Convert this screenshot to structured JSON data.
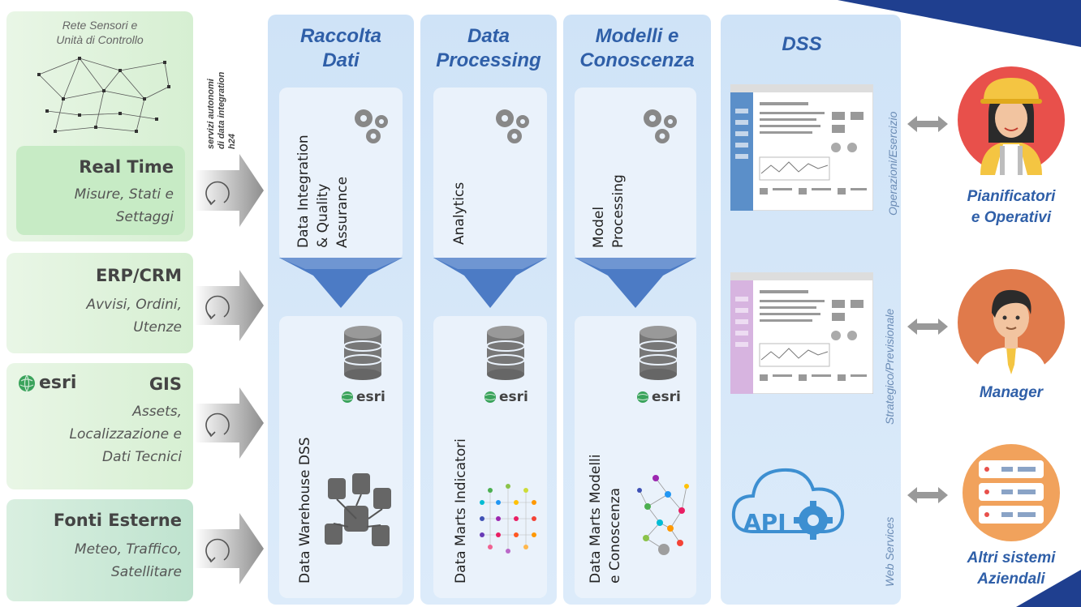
{
  "sources": {
    "sensors_title_line1": "Rete Sensori e",
    "sensors_title_line2": "Unità di Controllo",
    "realtime": {
      "title": "Real Time",
      "line1": "Misure, Stati e",
      "line2": "Settaggi"
    },
    "erp": {
      "title": "ERP/CRM",
      "line1": "Avvisi, Ordini,",
      "line2": "Utenze"
    },
    "gis": {
      "logo": "esri",
      "title": "GIS",
      "line1": "Assets,",
      "line2": "Localizzazione e",
      "line3": "Dati Tecnici"
    },
    "external": {
      "title": "Fonti Esterne",
      "line1": "Meteo, Traffico,",
      "line2": "Satellitare"
    }
  },
  "autonomous_services": {
    "line1": "servizi autonomi",
    "line2": "di data integration",
    "line3": "h24"
  },
  "columns": [
    {
      "title1": "Raccolta",
      "title2": "Dati",
      "process1": "Data Integration",
      "process2": "& Quality",
      "process3": "Assurance",
      "store1": "Data Warehouse DSS",
      "store2": "",
      "logo": "esri"
    },
    {
      "title1": "Data",
      "title2": "Processing",
      "process1": "Analytics",
      "process2": "",
      "process3": "",
      "store1": "Data Marts Indicatori",
      "store2": "",
      "logo": "esri"
    },
    {
      "title1": "Modelli e",
      "title2": "Conoscenza",
      "process1": "Model",
      "process2": "Processing",
      "process3": "",
      "store1": "Data Marts Modelli",
      "store2": "e Conoscenza",
      "logo": "esri"
    }
  ],
  "dss": {
    "title": "DSS",
    "side1": "Operazioni/Esercizio",
    "side2": "Strategico/Previsionale",
    "side3": "Web Services",
    "api_label": "API"
  },
  "roles": [
    {
      "line1": "Pianificatori",
      "line2": "e Operativi"
    },
    {
      "line1": "Manager",
      "line2": ""
    },
    {
      "line1": "Altri sistemi",
      "line2": "Aziendali"
    }
  ],
  "colors": {
    "accent": "#2f5fa8",
    "corner": "#1f3f8f",
    "column_bg": "#d6e8f8",
    "source_bg": "#dff2dc",
    "arrow_blue": "#3d6fbf"
  }
}
